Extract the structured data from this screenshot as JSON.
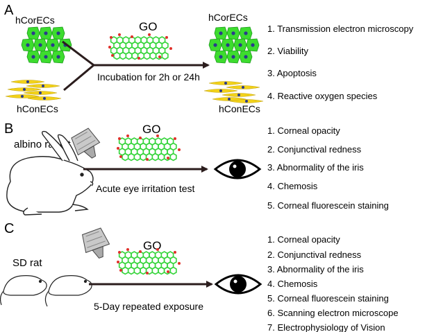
{
  "panels": [
    {
      "letter": "A",
      "cells_top": "hCorECs",
      "cells_bottom": "hConECs",
      "material": "GO",
      "arrow_label": "Incubation for 2h or 24h",
      "result_top": "hCorECs",
      "result_bottom": "hConECs",
      "items": [
        "1. Transmission electron microscopy",
        "2. Viability",
        "3. Apoptosis",
        "4. Reactive oxygen species"
      ]
    },
    {
      "letter": "B",
      "animal": "albino rabbit",
      "material": "GO",
      "arrow_label": "Acute eye irritation test",
      "items": [
        "1. Corneal opacity",
        "2. Conjunctival redness",
        "3. Abnormality of the iris",
        "4. Chemosis",
        "5. Corneal fluorescein staining"
      ]
    },
    {
      "letter": "C",
      "animal": "SD rat",
      "material": "GO",
      "arrow_label": "5-Day repeated exposure",
      "items": [
        "1. Corneal opacity",
        "2. Conjunctival redness",
        "3. Abnormality of the iris",
        "4. Chemosis",
        "5. Corneal fluorescein staining",
        "6. Scanning electron microscope",
        "7. Electrophysiology of Vision"
      ]
    }
  ],
  "colors": {
    "corneal_cell": "#3ddc2e",
    "nucleus": "#2a3a8c",
    "conj_cell": "#f2d21a",
    "go_lattice": "#35d43a",
    "go_oxygen": "#e0302a",
    "arrow": "#2b1d1d"
  }
}
